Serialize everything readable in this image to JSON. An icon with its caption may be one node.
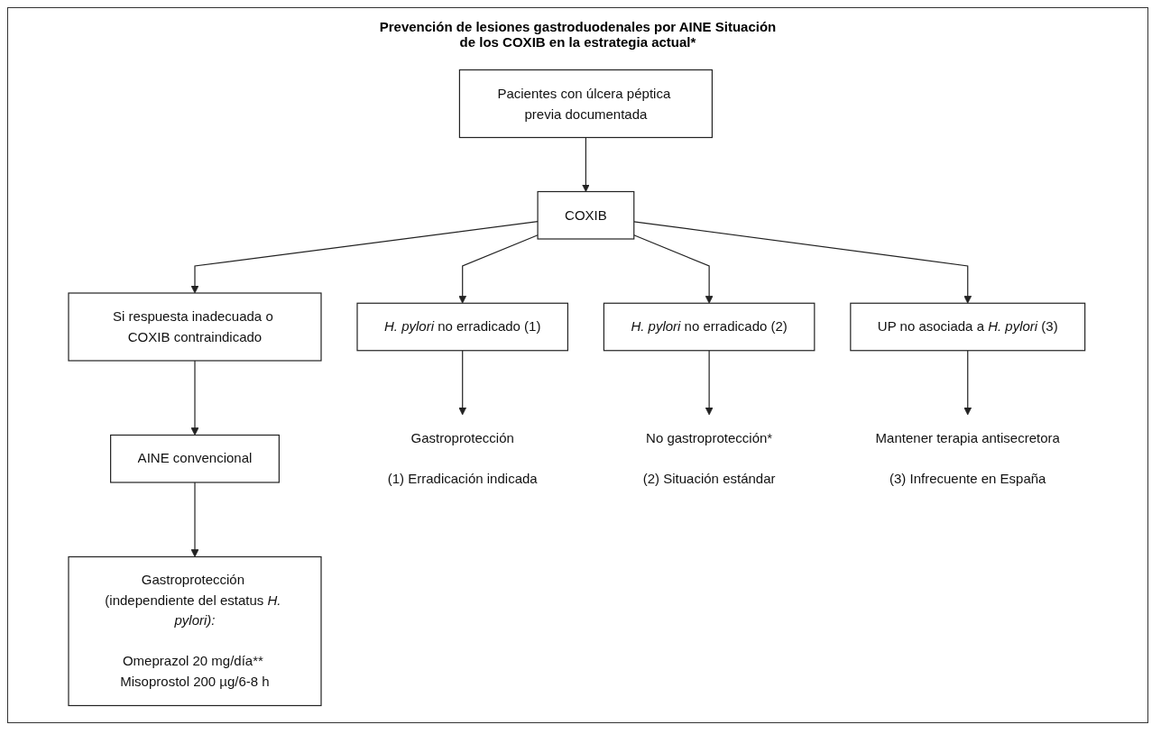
{
  "diagram": {
    "title": "Prevención de lesiones gastroduodenales por AINE Situación de los COXIB en la estrategia actual*",
    "nodes": [
      {
        "text": [
          "Pacientes con úlcera péptica previa documentada"
        ]
      },
      {
        "text": [
          "COXIB"
        ]
      },
      {
        "text": [
          "Si respuesta inadecuada o COXIB contraindicado"
        ]
      },
      {
        "text": [
          "*H. pylori* no erradicado (1)"
        ]
      },
      {
        "text": [
          "*H. pylori* no erradicado (2)"
        ]
      },
      {
        "text": [
          "UP no asociada a *H. pylori* (3)"
        ]
      },
      {
        "text": [
          "AINE convencional"
        ]
      },
      {
        "text": [
          "Gastroprotección"
        ],
        "beside": [
          "(1) Erradicación indicada"
        ]
      },
      {
        "text": [
          "No gastroprotección*"
        ],
        "beside": [
          "(2) Situación estándar"
        ]
      },
      {
        "text": [
          "Mantener terapia antisecretora"
        ],
        "beside": [
          "(3) Infrecuente en España"
        ]
      },
      {
        "text": [
          "Gastroprotección (independiente del estatus *H. pylori):*",
          "Omeprazol 20 mg/día** Misoprostol 200 µg/6-8 h"
        ]
      }
    ],
    "edges": [
      {
        "from": 0,
        "to": 1,
        "arrow": "to"
      },
      {
        "from": 1,
        "to": 2,
        "arrow": "to"
      },
      {
        "from": 1,
        "to": 3,
        "arrow": "to"
      },
      {
        "from": 1,
        "to": 4,
        "arrow": "to"
      },
      {
        "from": 1,
        "to": 5,
        "arrow": "to"
      },
      {
        "from": 3,
        "to": 7,
        "arrow": "to"
      },
      {
        "from": 4,
        "to": 8,
        "arrow": "to"
      },
      {
        "from": 5,
        "to": 9,
        "arrow": "to"
      },
      {
        "from": 2,
        "to": 6,
        "arrow": "to"
      },
      {
        "from": 6,
        "to": 10,
        "arrow": "to"
      }
    ]
  }
}
